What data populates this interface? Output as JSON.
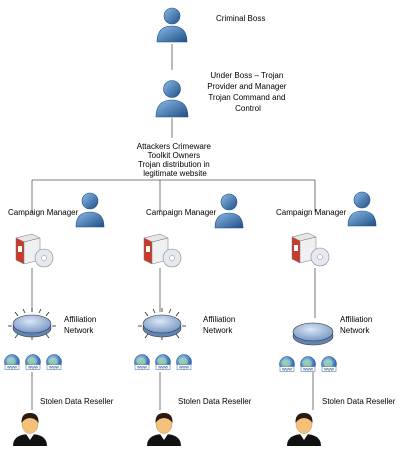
{
  "nodes": {
    "criminal_boss": {
      "label": "Criminal Boss"
    },
    "under_boss": {
      "label_lines": [
        "Under Boss – Trojan",
        "Provider and Manager",
        "Trojan Command and",
        "Control"
      ]
    },
    "attackers": {
      "label_lines": [
        "Attackers  Crimeware",
        "Toolkit Owners",
        "Trojan distribution in",
        "legitimate website"
      ]
    }
  },
  "branches": [
    {
      "manager_label": "Campaign Manager",
      "network_label_lines": [
        "Affiliation",
        "Network"
      ],
      "reseller_label": "Stolen Data Reseller",
      "www_label": "www"
    },
    {
      "manager_label": "Campaign Manager",
      "network_label_lines": [
        "Affiliation",
        "Network"
      ],
      "reseller_label": "Stolen Data Reseller",
      "www_label": "www"
    },
    {
      "manager_label": "Campaign Manager",
      "network_label_lines": [
        "Affiliation",
        "Network"
      ],
      "reseller_label": "Stolen Data Reseller",
      "www_label": "www"
    }
  ],
  "colors": {
    "person_blue": "#3d7fc4",
    "person_blue_dark": "#1f4f86",
    "network_fill": "#8fb0d8",
    "globe_blue": "#2a6fc0",
    "line": "#555555",
    "skin": "#f2c27a",
    "hair": "#2b1a0e"
  }
}
